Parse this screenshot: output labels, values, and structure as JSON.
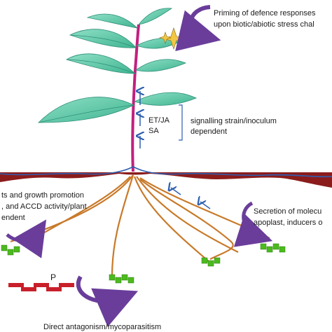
{
  "labels": {
    "priming_line1": "Priming of defence responses",
    "priming_line2": "upon biotic/abiotic stress chal",
    "et_ja": "ET/JA",
    "sa": "SA",
    "signalling_line1": "signalling strain/inoculum",
    "signalling_line2": "dependent",
    "growth_line1": "ts and growth promotion",
    "growth_line2": ", and ACCD activity/plant",
    "growth_line3": "endent",
    "secretion_line1": "Secretion of molecu",
    "secretion_line2": "apoplast, inducers o",
    "phosphate": "P",
    "antagonism": "Direct antagonism/mycoparasitism"
  },
  "colors": {
    "leaf": "#5fc9a8",
    "leaf_dark": "#2e8f78",
    "stem": "#c2207f",
    "soil": "#8b1c1c",
    "soil_line": "#2f5fb0",
    "root": "#c87a2a",
    "bead": "#4cba1e",
    "arrow_purple": "#6a3d9a",
    "phosphate": "#c8202a",
    "star": "#f2c744",
    "signal_arrow": "#2f5fb0"
  },
  "icons": {
    "stress": "star-burst-icon",
    "cycle": "curved-arrow-icon"
  }
}
